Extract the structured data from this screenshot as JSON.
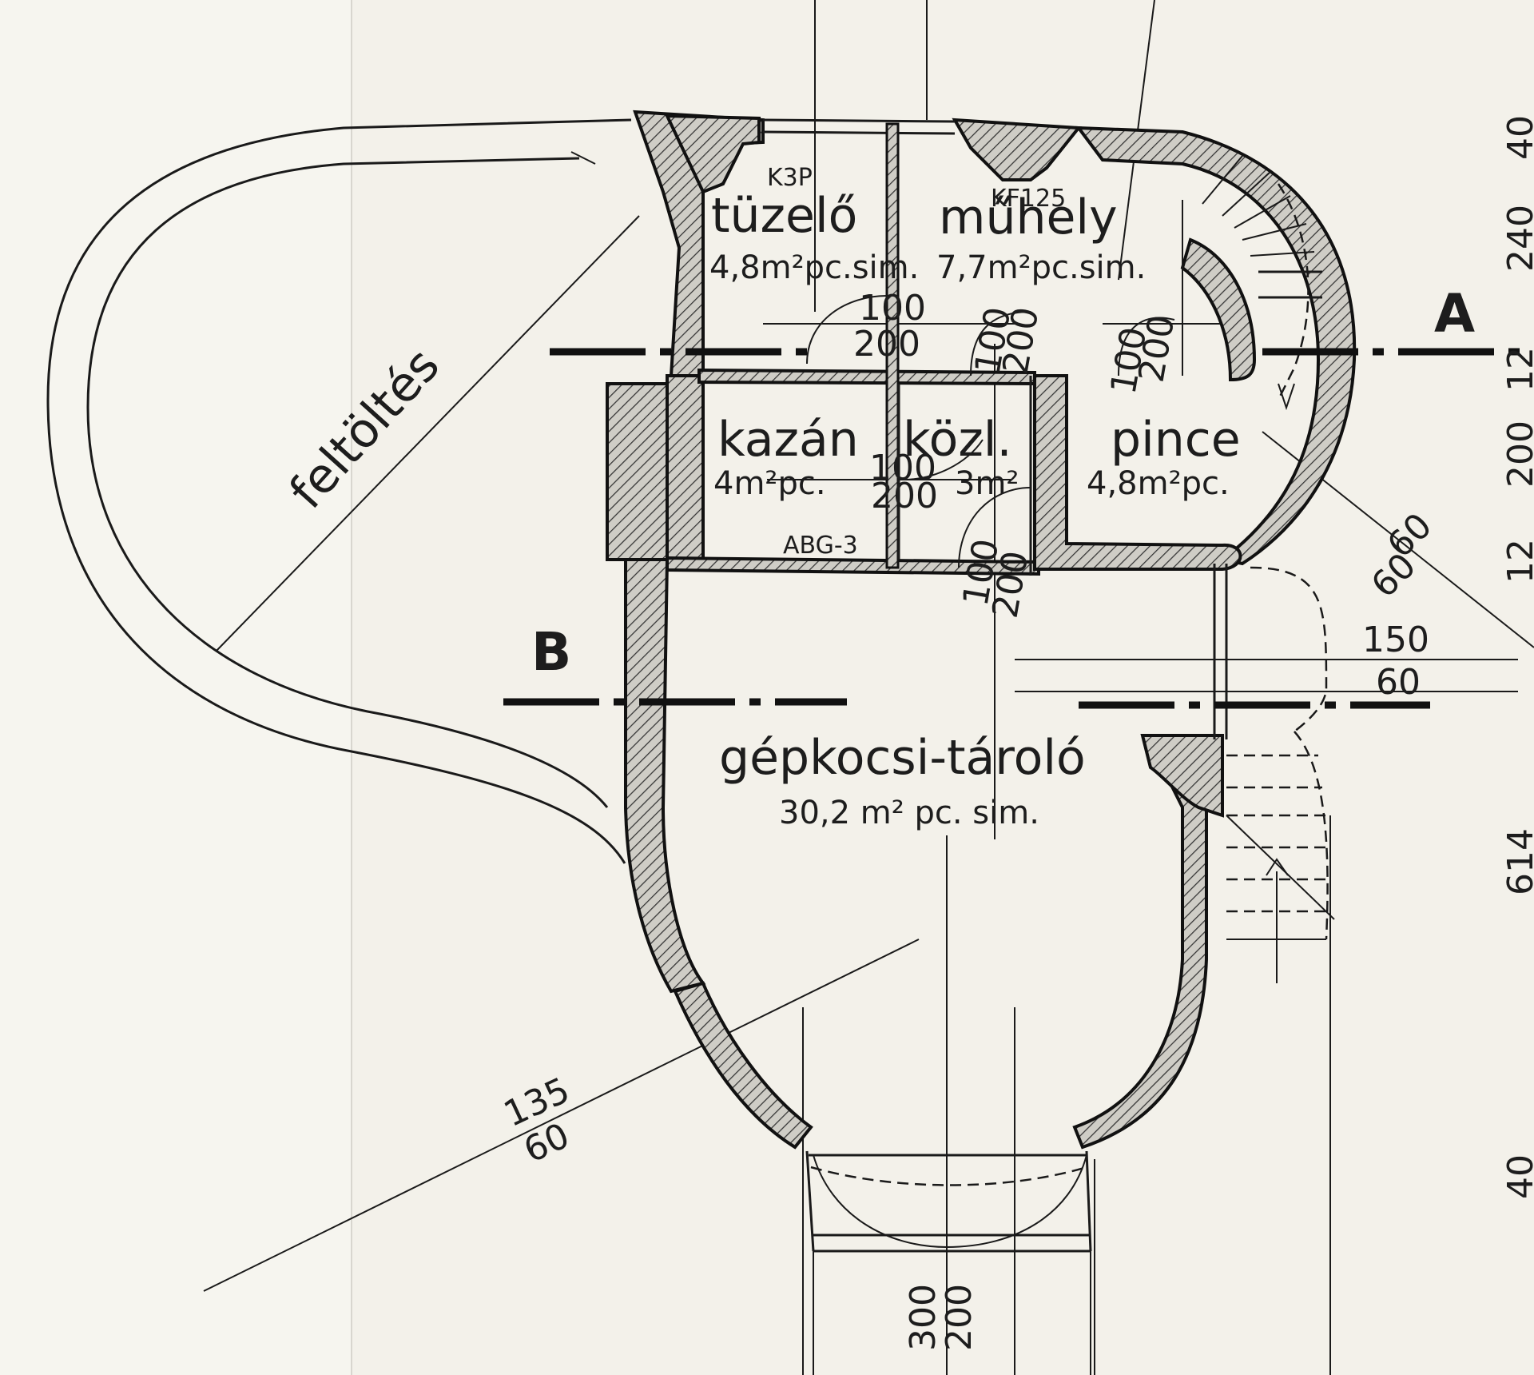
{
  "rooms": {
    "tuzelo": {
      "name": "tüzelő",
      "area": "4,8m²pc.sim."
    },
    "muhely": {
      "name": "műhely",
      "area": "7,7m²pc.sim."
    },
    "kazan": {
      "name": "kazán",
      "area": "4m²pc."
    },
    "kozl": {
      "name": "közl.",
      "area": "3m²"
    },
    "pince": {
      "name": "pince",
      "area": "4,8m²pc."
    },
    "garage": {
      "name": "gépkocsi-tároló",
      "area": "30,2 m² pc. sim."
    }
  },
  "labels": {
    "fill": "feltöltés",
    "k3p": "K3P",
    "kf125": "KF125",
    "abg3": "ABG-3",
    "section_a": "A",
    "section_b": "B"
  },
  "dimensions": {
    "d1_top": "100",
    "d1_bot": "200",
    "d2_top": "100",
    "d2_bot": "200",
    "d3_top": "100",
    "d3_bot": "200",
    "d4_top": "100",
    "d4_bot": "200",
    "d5_top": "100",
    "d5_bot": "200",
    "d6_top": "60",
    "d6_bot": "60",
    "d7_top": "150",
    "d7_bot": "60",
    "d8_top": "135",
    "d8_bot": "60",
    "d9_top": "300",
    "d9_bot": "200",
    "side_1": "40",
    "side_2": "240",
    "side_3": "12",
    "side_4": "200",
    "side_5": "12",
    "side_6": "614",
    "side_7": "40"
  },
  "colors": {
    "paper": "#f3f1ea",
    "ink": "#1d1d1d"
  }
}
